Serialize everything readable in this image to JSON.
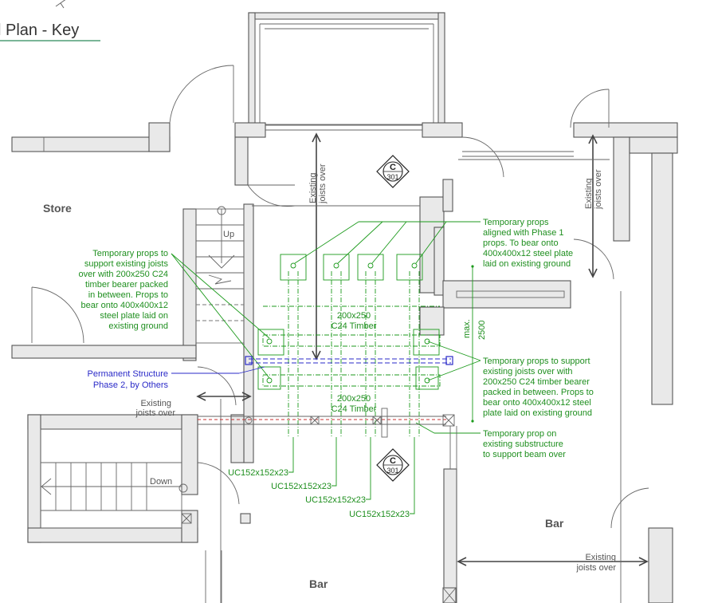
{
  "title": "l Plan - Key",
  "rooms": {
    "store": "Store",
    "bar_right": "Bar",
    "bar_bottom": "Bar"
  },
  "stairs": {
    "up": "Up",
    "down": "Down"
  },
  "joists": {
    "center": [
      "Existing",
      "joists over"
    ],
    "right": [
      "Existing",
      "joists over"
    ],
    "left": [
      "Existing",
      "joists over"
    ],
    "bottom": [
      "Existing",
      "joists over"
    ]
  },
  "notes": {
    "left_props": [
      "Temporary props to",
      "support existing joists",
      "over with 200x250 C24",
      "timber bearer packed",
      "in between. Props to",
      "bear onto 400x400x12",
      "steel plate laid on",
      "existing ground"
    ],
    "phase1_props": [
      "Temporary props",
      "aligned with Phase 1",
      "props. To bear onto",
      "400x400x12 steel plate",
      "laid on existing ground"
    ],
    "right_props": [
      "Temporary props to support",
      "existing joists over with",
      "200x250 C24 timber bearer",
      "packed in between. Props to",
      "bear onto 400x400x12 steel",
      "plate laid on existing ground"
    ],
    "substructure_prop": [
      "Temporary prop on",
      "existing substructure",
      "to support beam over"
    ],
    "permanent": [
      "Permanent Structure",
      "Phase 2, by Others"
    ]
  },
  "timber": {
    "upper": [
      "200x250",
      "C24 Timber"
    ],
    "lower": [
      "200x250",
      "C24 Timber"
    ]
  },
  "max_dim": [
    "max.",
    "2500"
  ],
  "columns": [
    "UC152x152x23",
    "UC152x152x23",
    "UC152x152x23",
    "UC152x152x23"
  ],
  "section_markers": [
    {
      "letter": "C",
      "sheet": "301"
    },
    {
      "letter": "C",
      "sheet": "301"
    }
  ],
  "colors": {
    "temporary": "#1c9a1c",
    "permanent": "#2a2ac8",
    "existing": "#555555"
  }
}
